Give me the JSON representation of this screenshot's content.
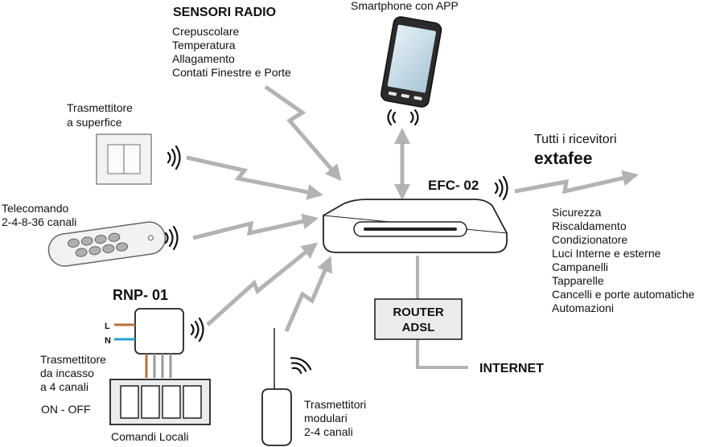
{
  "sensori": {
    "title": "SENSORI RADIO",
    "items": [
      "Crepuscolare",
      "Temperatura",
      "Allagamento",
      "Contati Finestre e Porte"
    ]
  },
  "smartphone": {
    "label": "Smartphone con APP"
  },
  "trasmettitore_superficie": {
    "lines": [
      "Trasmettitore",
      "a superfice"
    ]
  },
  "telecomando": {
    "lines": [
      "Telecomando",
      "2-4-8-36 canali"
    ]
  },
  "rnp": {
    "title": "RNP- 01",
    "wire_l": "L",
    "wire_n": "N",
    "incasso_lines": [
      "Trasmettitore",
      "da incasso",
      "a 4 canali"
    ],
    "on_off": "ON - OFF",
    "comandi": "Comandi Locali"
  },
  "modulari": {
    "lines": [
      "Trasmettitori",
      "modulari",
      "2-4 canali"
    ]
  },
  "efc": {
    "label": "EFC- 02"
  },
  "ricevitori": {
    "line1": "Tutti i ricevitori",
    "brand": "extafee",
    "items": [
      "Sicurezza",
      "Riscaldamento",
      "Condizionatore",
      "Luci Interne e esterne",
      "Campanelli",
      "Tapparelle",
      "Cancelli e porte automatiche",
      "Automazioni"
    ]
  },
  "router": {
    "lines": [
      "ROUTER",
      "ADSL"
    ]
  },
  "internet": {
    "label": "INTERNET"
  },
  "colors": {
    "arrow": "#b3b3b3",
    "wire_l": "#b8713a",
    "wire_n": "#2a9fd6",
    "screen": "#c9dde8",
    "device_fill": "#ebebeb"
  }
}
